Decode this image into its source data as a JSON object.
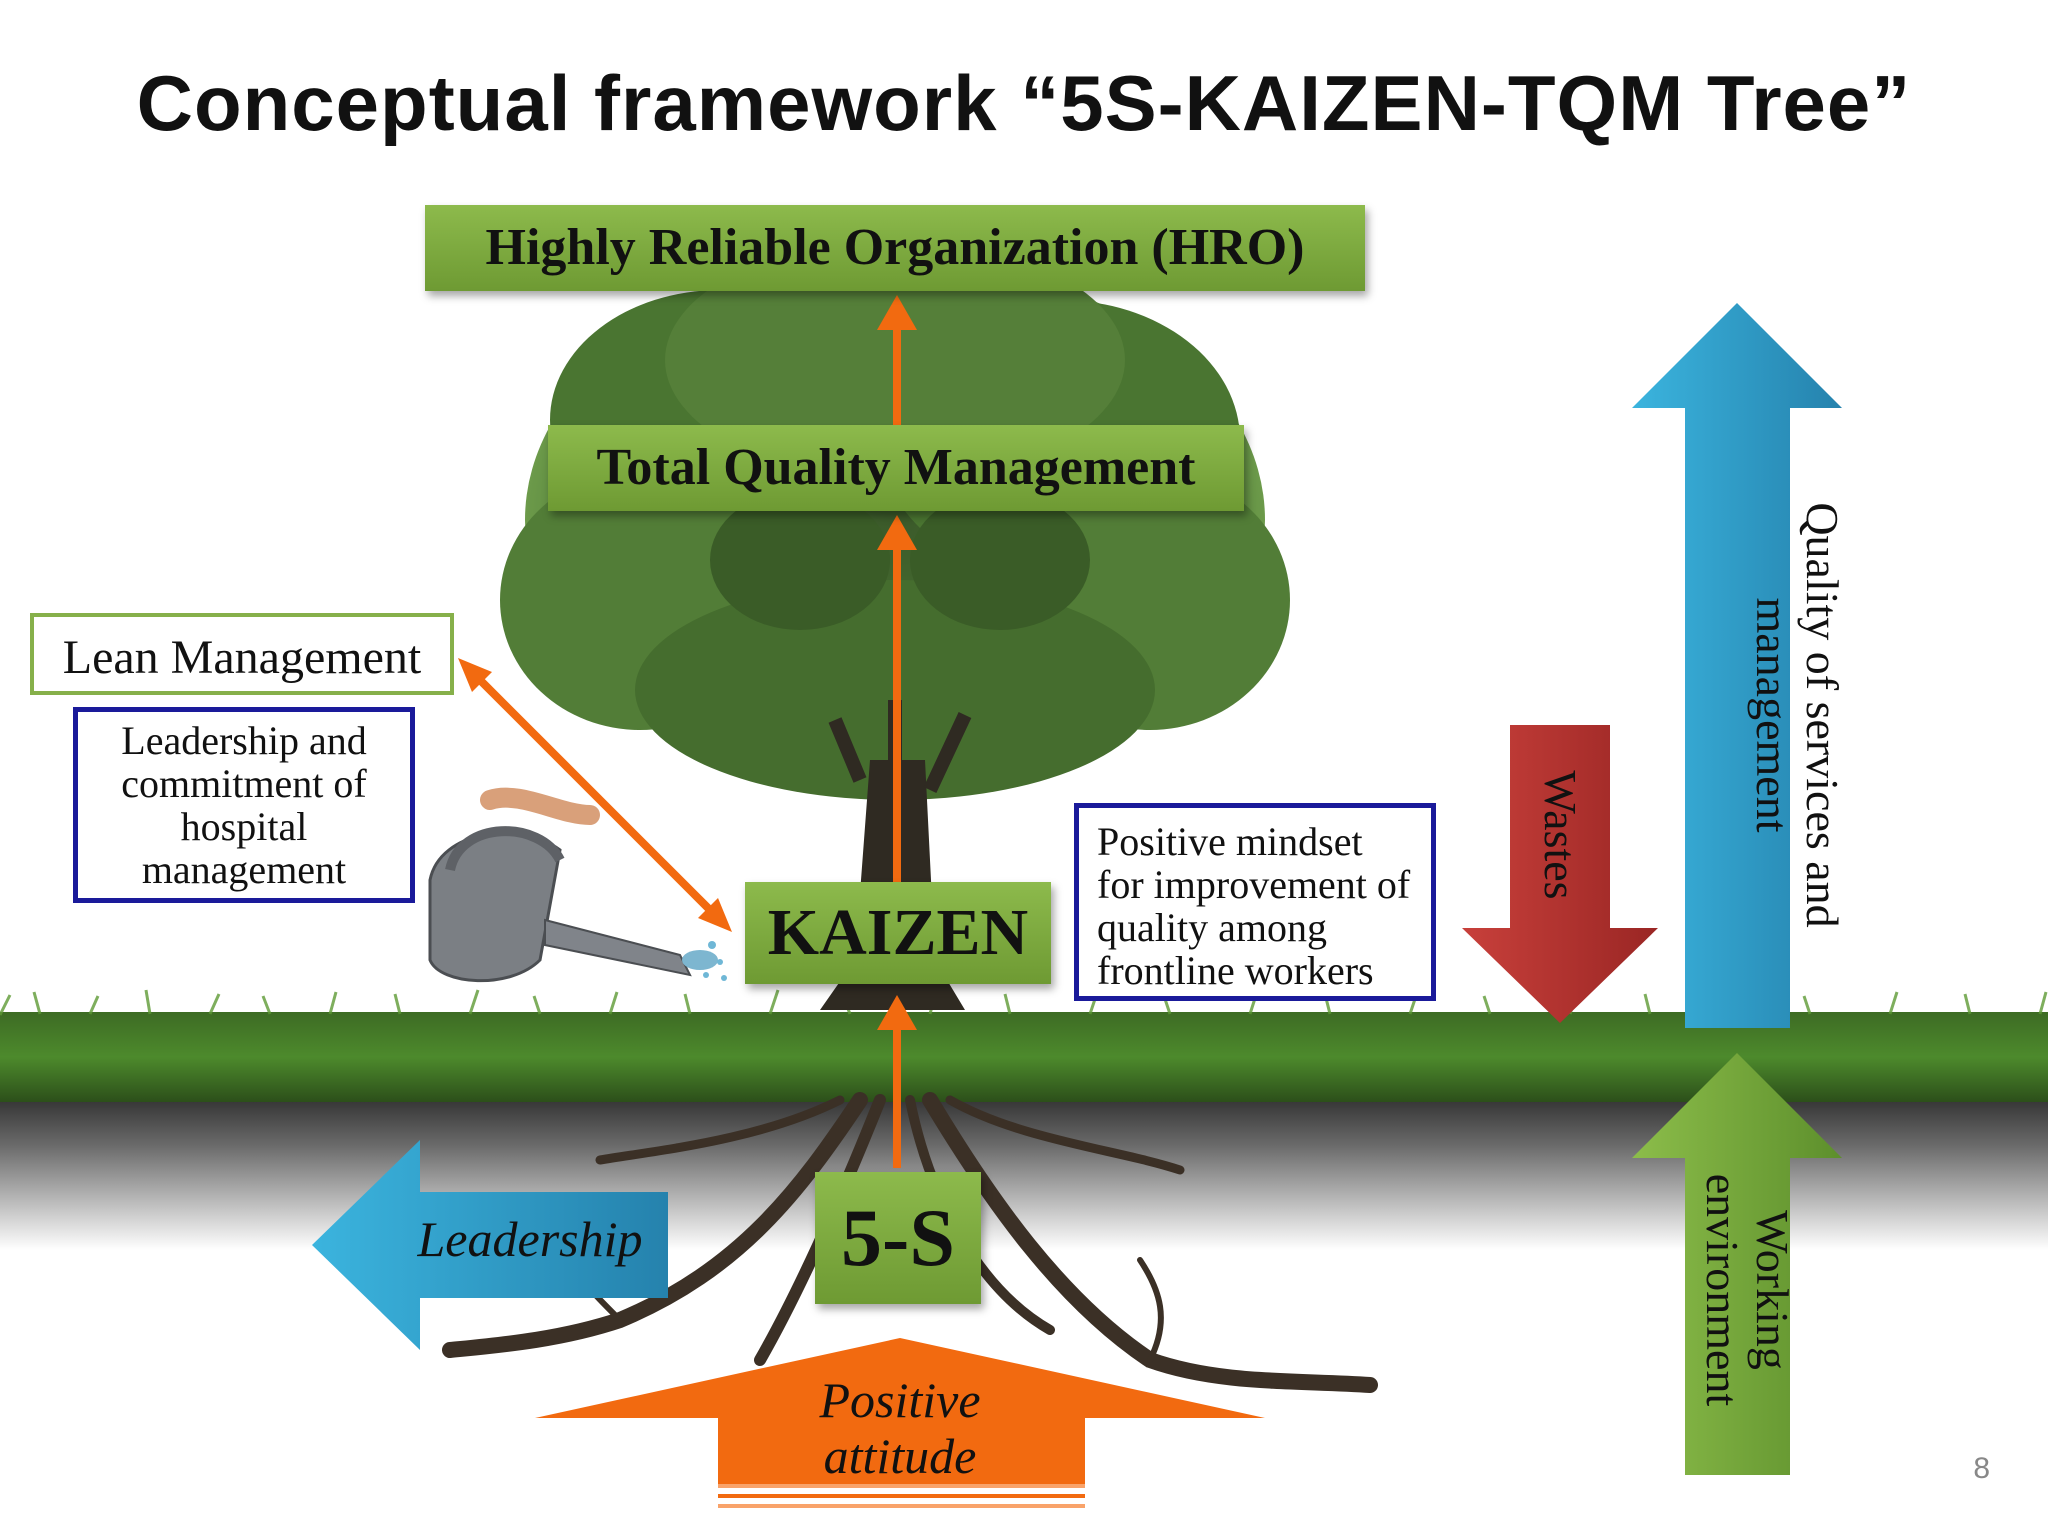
{
  "slide": {
    "title": "Conceptual framework “5S-KAIZEN-TQM Tree”",
    "page_number": "8"
  },
  "boxes": {
    "hro": "Highly Reliable Organization (HRO)",
    "tqm": "Total Quality Management",
    "kaizen": "KAIZEN",
    "five_s": "5-S",
    "lean": "Lean Management",
    "leadership_commitment": "Leadership and commitment of hospital management",
    "positive_mindset": "Positive mindset for improvement of quality among frontline workers"
  },
  "arrows": {
    "leadership": "Leadership",
    "positive_attitude": "Positive attitude",
    "wastes": "Wastes",
    "quality": "Quality of services and management",
    "working_environment": "Working environment"
  },
  "colors": {
    "green_box": "#7aa83d",
    "orange": "#f26a10",
    "blue_arrow": "#2fa3cf",
    "red_arrow": "#b8302f",
    "green_arrow": "#7aaa3a",
    "navy_border": "#1a1a9a"
  }
}
